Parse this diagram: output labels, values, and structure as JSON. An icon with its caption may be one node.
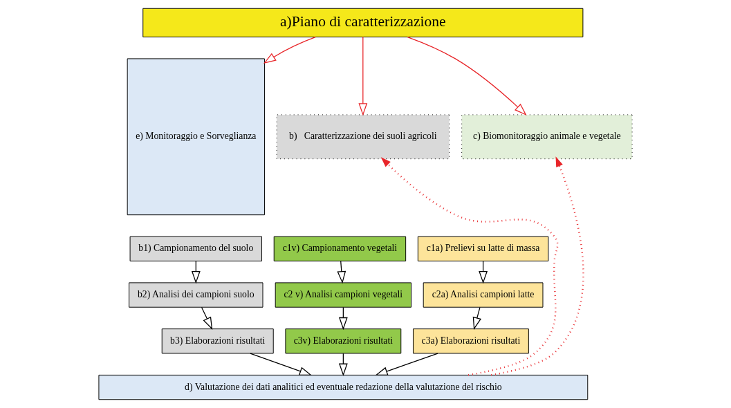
{
  "diagram": {
    "nodes": [
      {
        "text": [
          "a)Piano di caratterizzazione"
        ]
      },
      {
        "text": [
          "e) Monitoraggio e Sorveglianza"
        ]
      },
      {
        "text": [
          "b)   Caratterizzazione dei suoli agricoli"
        ]
      },
      {
        "text": [
          "c) Biomonitoraggio animale e vegetale"
        ]
      },
      {
        "text": [
          "b1) Campionamento del suolo"
        ]
      },
      {
        "text": [
          "c1v) Campionamento vegetali"
        ]
      },
      {
        "text": [
          "c1a) Prelievi su latte di massa"
        ]
      },
      {
        "text": [
          "b2) Analisi dei campioni suolo"
        ]
      },
      {
        "text": [
          "c2 v) Analisi campioni vegetali"
        ]
      },
      {
        "text": [
          "c2a) Analisi campioni latte"
        ]
      },
      {
        "text": [
          "b3) Elaborazioni risultati"
        ]
      },
      {
        "text": [
          "c3v) Elaborazioni risultati"
        ]
      },
      {
        "text": [
          "c3a) Elaborazioni risultati"
        ]
      },
      {
        "text": [
          "d) Valutazione dei dati analitici ed eventuale redazione della valutazione del rischio"
        ]
      }
    ],
    "edges": [
      {
        "from": 0,
        "to": 1,
        "arrow": "to",
        "color": "#e8262a"
      },
      {
        "from": 0,
        "to": 2,
        "arrow": "to",
        "color": "#e8262a"
      },
      {
        "from": 0,
        "to": 3,
        "arrow": "to",
        "color": "#e8262a"
      },
      {
        "from": 4,
        "to": 7,
        "arrow": "to"
      },
      {
        "from": 7,
        "to": 10,
        "arrow": "to"
      },
      {
        "from": 10,
        "to": 13,
        "arrow": "to"
      },
      {
        "from": 5,
        "to": 8,
        "arrow": "to"
      },
      {
        "from": 8,
        "to": 11,
        "arrow": "to"
      },
      {
        "from": 11,
        "to": 13,
        "arrow": "to"
      },
      {
        "from": 6,
        "to": 9,
        "arrow": "to"
      },
      {
        "from": 9,
        "to": 12,
        "arrow": "to"
      },
      {
        "from": 12,
        "to": 13,
        "arrow": "to"
      },
      {
        "from": 13,
        "to": 2,
        "arrow": "to",
        "style": "dashed",
        "color": "#e8262a"
      },
      {
        "from": 13,
        "to": 3,
        "arrow": "to",
        "style": "dashed",
        "color": "#e8262a"
      }
    ]
  }
}
